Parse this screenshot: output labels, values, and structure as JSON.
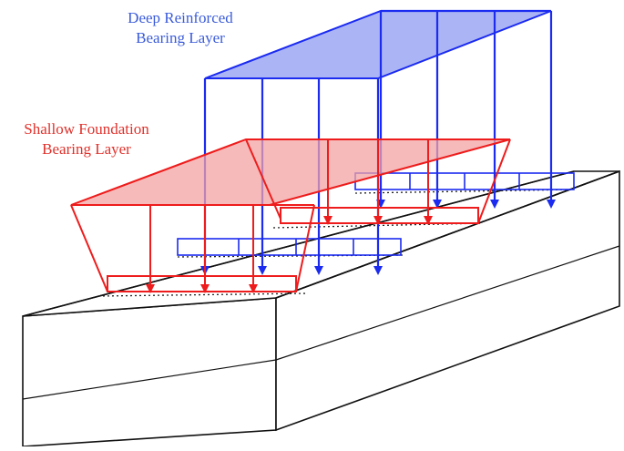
{
  "labels": {
    "deep": {
      "line1": "Deep Reinforced",
      "line2": "Bearing Layer",
      "color": "#3a5bd9"
    },
    "shallow": {
      "line1": "Shallow Foundation",
      "line2": "Bearing Layer",
      "color": "#e0312b"
    }
  },
  "colors": {
    "deep_stroke": "#1b2bf0",
    "deep_fill": "#8f9cf2",
    "shallow_stroke": "#ee1c1c",
    "shallow_fill": "#f3a3a3",
    "box_stroke": "#111111"
  }
}
